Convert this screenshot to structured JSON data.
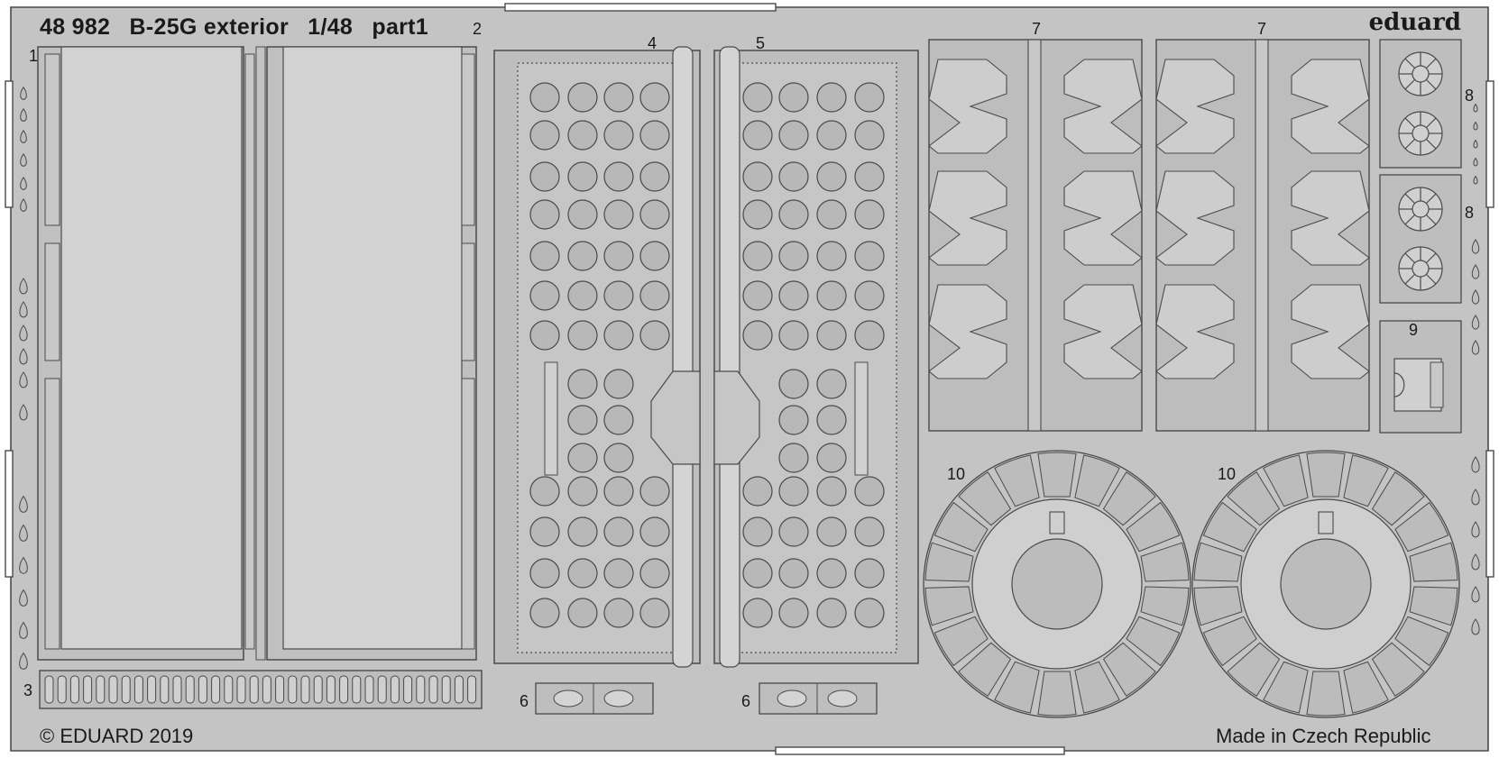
{
  "sheet": {
    "catalog_number": "48 982",
    "product_name": "B-25G exterior",
    "scale": "1/48",
    "part": "part1",
    "brand": "eduard",
    "copyright": "© EDUARD 2019",
    "origin": "Made in Czech Republic"
  },
  "part_numbers": [
    "1",
    "2",
    "3",
    "4",
    "5",
    "6",
    "6",
    "7",
    "7",
    "8",
    "8",
    "9",
    "10",
    "10"
  ],
  "colors": {
    "sheet": "#c3c3c3",
    "part": "#bcbcbc",
    "line": "#4a4a4a",
    "text": "#1a1a1a",
    "background": "#ffffff"
  }
}
